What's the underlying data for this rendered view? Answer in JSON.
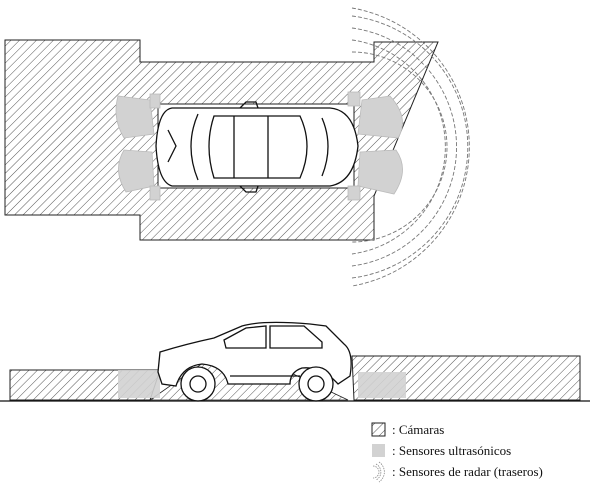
{
  "legend": {
    "cameras": ": Cámaras",
    "ultrasonic": ": Sensores ultrasónicos",
    "radar": ": Sensores de radar (traseros)"
  },
  "colors": {
    "hatch": "#555555",
    "sensor": "#d2d2d2",
    "radar_arc": "#777777",
    "outline": "#111111"
  },
  "icons": {
    "cameras": "hatch-swatch-icon",
    "ultrasonic": "gray-swatch-icon",
    "radar": "radar-waves-icon"
  }
}
